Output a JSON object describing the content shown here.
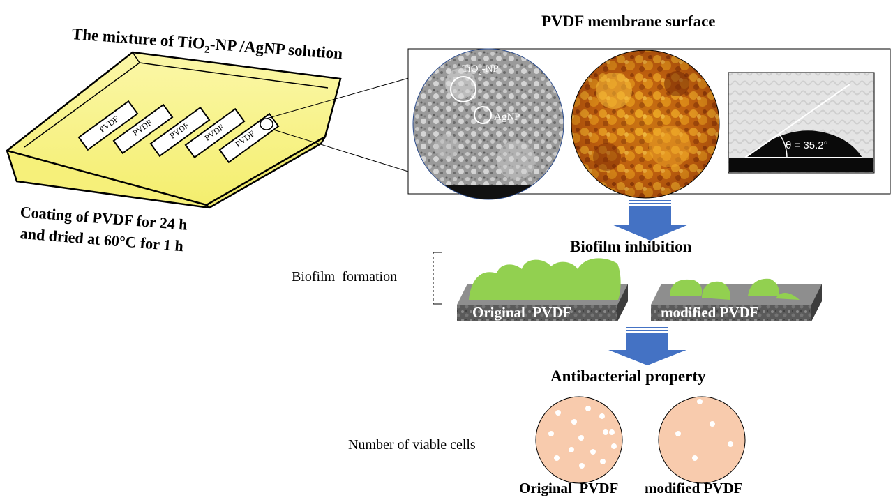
{
  "tray": {
    "title_parts": [
      "The mixture of TiO",
      "2",
      "-NP /AgNP solution"
    ],
    "strip_labels": [
      "PVDF",
      "PVDF",
      "PVDF",
      "PVDF",
      "PVDF"
    ],
    "caption_line1": "Coating of PVDF for 24 h",
    "caption_line2": "and dried at 60°C for 1 h"
  },
  "surface": {
    "title": "PVDF membrane surface",
    "sem_labels": {
      "tio2_parts": [
        "TiO",
        "2",
        "-NP"
      ],
      "agnp": "AgNP"
    },
    "contact_angle": "θ = 35.2°"
  },
  "biofilm": {
    "title": "Biofilm inhibition",
    "side_label": "Biofilm  formation",
    "original_label": "Original  PVDF",
    "modified_label": "modified PVDF"
  },
  "antibacterial": {
    "title": "Antibacterial property",
    "side_label": "Number of viable cells",
    "original_label": "Original  PVDF",
    "modified_label": "modified PVDF"
  },
  "colors": {
    "solution_yellow": "#f7f38a",
    "arrow_blue": "#4472c4",
    "biofilm_green": "#92d050",
    "colony_peach": "#f8cbad"
  }
}
